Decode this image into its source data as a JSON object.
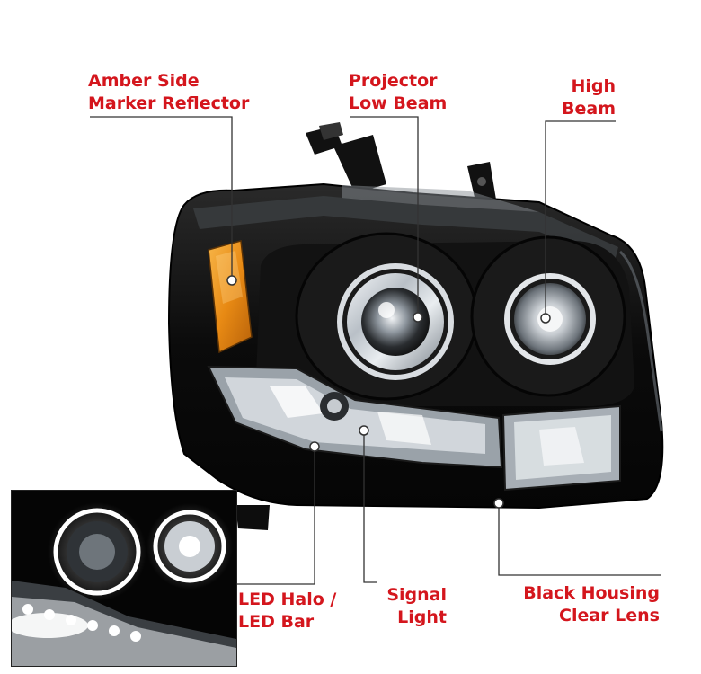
{
  "colors": {
    "label": "#d4161d",
    "leader": "#333333",
    "housing": "#0a0a0a",
    "amber": "#e8921a"
  },
  "callouts": {
    "amber_side_marker": {
      "line1": "Amber Side",
      "line2": "Marker Reflector"
    },
    "projector_low_beam": {
      "line1": "Projector",
      "line2": "Low Beam"
    },
    "high_beam": {
      "line1": "High",
      "line2": "Beam"
    },
    "led_halo": {
      "line1": "LED Halo /",
      "line2": "LED Bar"
    },
    "signal_light": {
      "line1": "Signal",
      "line2": "Light"
    },
    "black_housing": {
      "line1": "Black Housing",
      "line2": "Clear Lens"
    }
  },
  "icons": {
    "product": "headlight-assembly-illustration",
    "inset": "lit-halo-inset-photo",
    "markers": "callout-dot-icon"
  }
}
